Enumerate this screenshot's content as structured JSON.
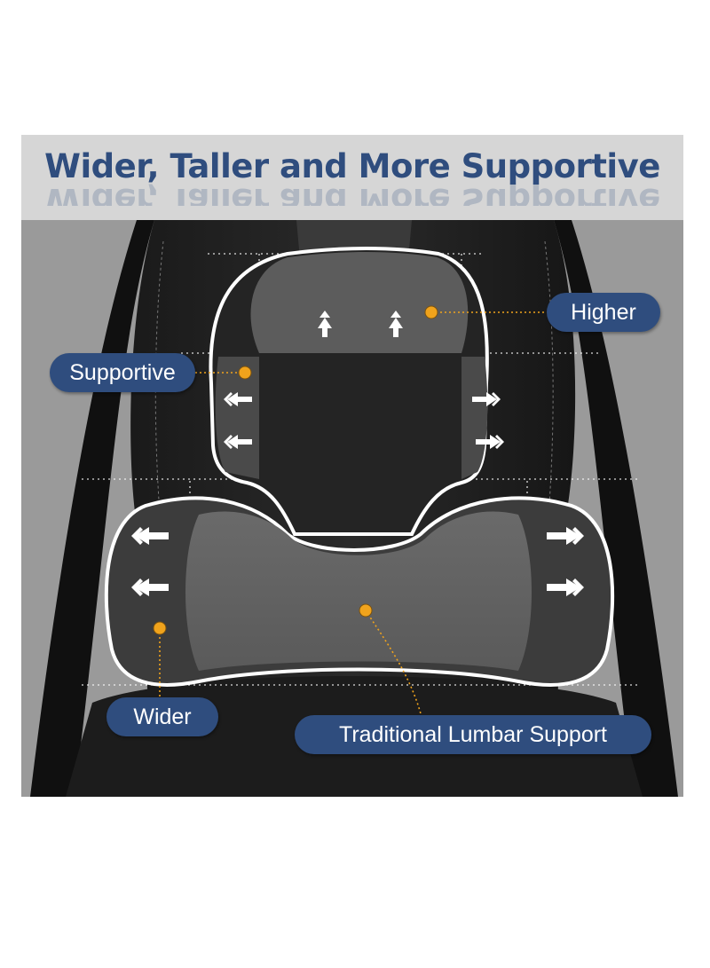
{
  "headline": "Wider, Taller and More Supportive",
  "callouts": {
    "higher": "Higher",
    "supportive": "Supportive",
    "wider": "Wider",
    "lumbar": "Traditional Lumbar Support"
  },
  "colors": {
    "brand_navy": "#2f4d7e",
    "marker_orange": "#f0a31c",
    "background_gray": "#9a9a9a",
    "pillow_dark": "#1e1e1e",
    "pillow_gray": "#6e6e6e"
  }
}
